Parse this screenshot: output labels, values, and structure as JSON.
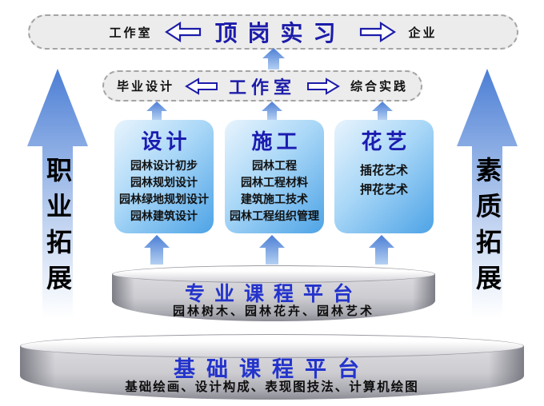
{
  "colors": {
    "banner_fill": "#ececec",
    "banner_border": "#a4a4a4",
    "headline_blue": "#1c1caa",
    "platform_title_blue": "#2333cc",
    "module_blue_light": "#a9d7f7",
    "module_blue_deep": "#4da3e6",
    "arrow_blue": "#4c7ed5",
    "platform_gray": "#ccccd1"
  },
  "internship_banner": {
    "left_label": "工作室",
    "title": "顶岗实习",
    "right_label": "企业"
  },
  "workshop_banner": {
    "left_label": "毕业设计",
    "title": "工作室",
    "right_label": "综合实践"
  },
  "modules": [
    {
      "title": "设计",
      "courses": [
        "园林设计初步",
        "园林规划设计",
        "园林绿地规划设计",
        "园林建筑设计"
      ]
    },
    {
      "title": "施工",
      "courses": [
        "园林工程",
        "园林工程材料",
        "建筑施工技术",
        "园林工程组织管理"
      ]
    },
    {
      "title": "花艺",
      "courses": [
        "插花艺术",
        "押花艺术"
      ]
    }
  ],
  "side_arrows": {
    "left": "职业拓展",
    "right": "素质拓展"
  },
  "platforms": {
    "professional": {
      "title": "专业课程平台",
      "subtitle": "园林树木、园林花卉、园林艺术"
    },
    "foundation": {
      "title": "基础课程平台",
      "subtitle": "基础绘画、设计构成、表现图技法、计算机绘图"
    }
  }
}
